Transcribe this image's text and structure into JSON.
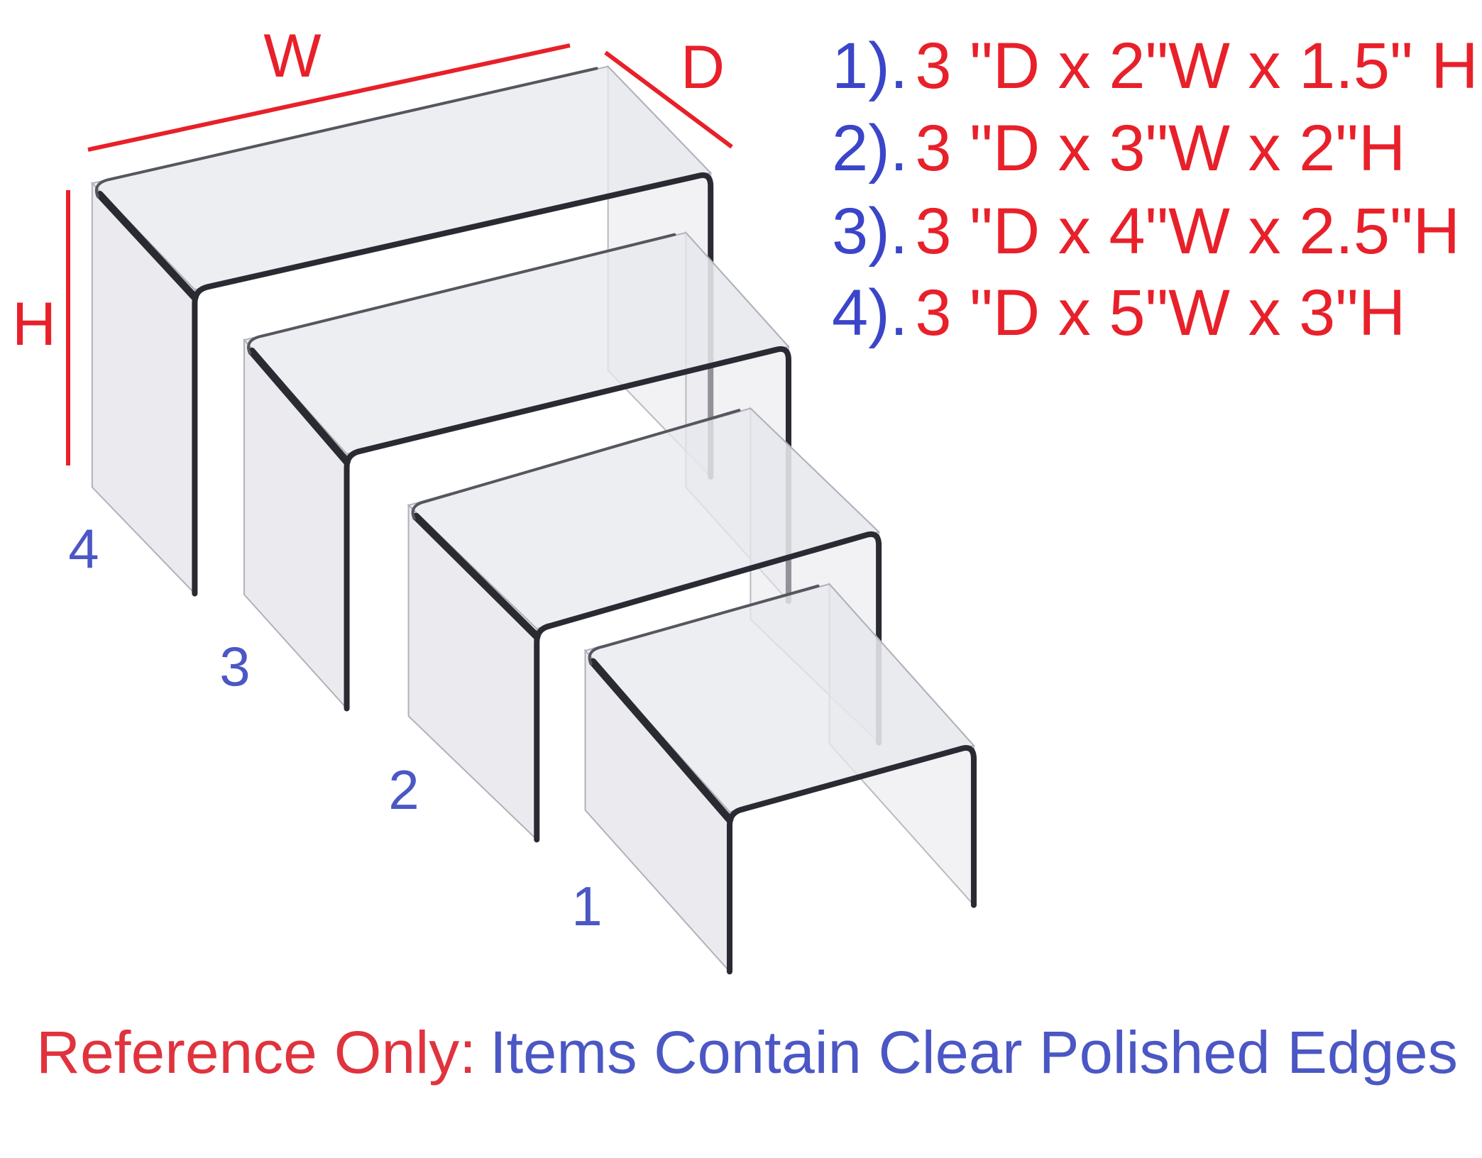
{
  "colors": {
    "red": "#e8202a",
    "blue": "#3b45c9",
    "number_blue": "#4b57c4",
    "edge": "#2a2a33",
    "acrylic": "#e7e8ec"
  },
  "dimension_labels": {
    "width": "W",
    "depth": "D",
    "height": "H"
  },
  "sizes": [
    {
      "number": "1).",
      "dims": "3 \"D x 2\"W x 1.5\" H"
    },
    {
      "number": "2).",
      "dims": "3 \"D x 3\"W x 2\"H"
    },
    {
      "number": "3).",
      "dims": "3 \"D x 4\"W x 2.5\"H"
    },
    {
      "number": "4).",
      "dims": "3 \"D x 5\"W x 3\"H"
    }
  ],
  "riser_numbers": [
    "4",
    "3",
    "2",
    "1"
  ],
  "caption": {
    "prefix": "Reference Only:",
    "text": "Items Contain Clear Polished Edges"
  }
}
